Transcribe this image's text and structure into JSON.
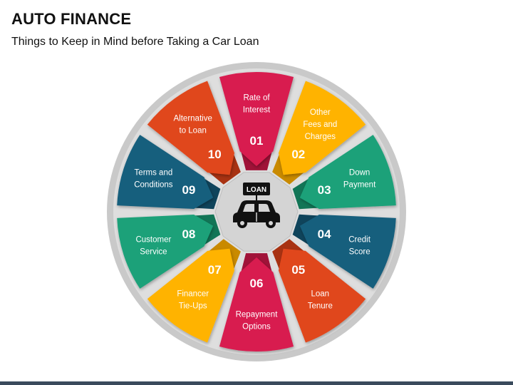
{
  "title": "AUTO FINANCE",
  "subtitle": "Things to Keep in Mind before Taking a Car Loan",
  "center": {
    "sign_text": "LOAN",
    "icon": "car-loan-icon"
  },
  "segments": [
    {
      "number": "01",
      "lines": [
        "Rate of",
        "Interest"
      ],
      "color": "#d81b4f",
      "dark": "#a01238"
    },
    {
      "number": "02",
      "lines": [
        "Other",
        "Fees and",
        "Charges"
      ],
      "color": "#ffb300",
      "dark": "#c98a00"
    },
    {
      "number": "03",
      "lines": [
        "Down",
        "Payment"
      ],
      "color": "#1aa179",
      "dark": "#127556"
    },
    {
      "number": "04",
      "lines": [
        "Credit",
        "Score"
      ],
      "color": "#175f7d",
      "dark": "#0f445b"
    },
    {
      "number": "05",
      "lines": [
        "Loan",
        "Tenure"
      ],
      "color": "#e0461c",
      "dark": "#a83212"
    },
    {
      "number": "06",
      "lines": [
        "Repayment",
        "Options"
      ],
      "color": "#d81b4f",
      "dark": "#a01238"
    },
    {
      "number": "07",
      "lines": [
        "Financer",
        "Tie-Ups"
      ],
      "color": "#ffb300",
      "dark": "#c98a00"
    },
    {
      "number": "08",
      "lines": [
        "Customer",
        "Service"
      ],
      "color": "#1aa179",
      "dark": "#127556"
    },
    {
      "number": "09",
      "lines": [
        "Terms and",
        "Conditions"
      ],
      "color": "#175f7d",
      "dark": "#0f445b"
    },
    {
      "number": "10",
      "lines": [
        "Alternative",
        "to Loan"
      ],
      "color": "#e0461c",
      "dark": "#a83212"
    }
  ],
  "colors": {
    "ring": "#c9c9c9",
    "ring_inner": "#e6e6e6",
    "hub": "#d4d4d4",
    "bar": "#3a4a5c"
  }
}
